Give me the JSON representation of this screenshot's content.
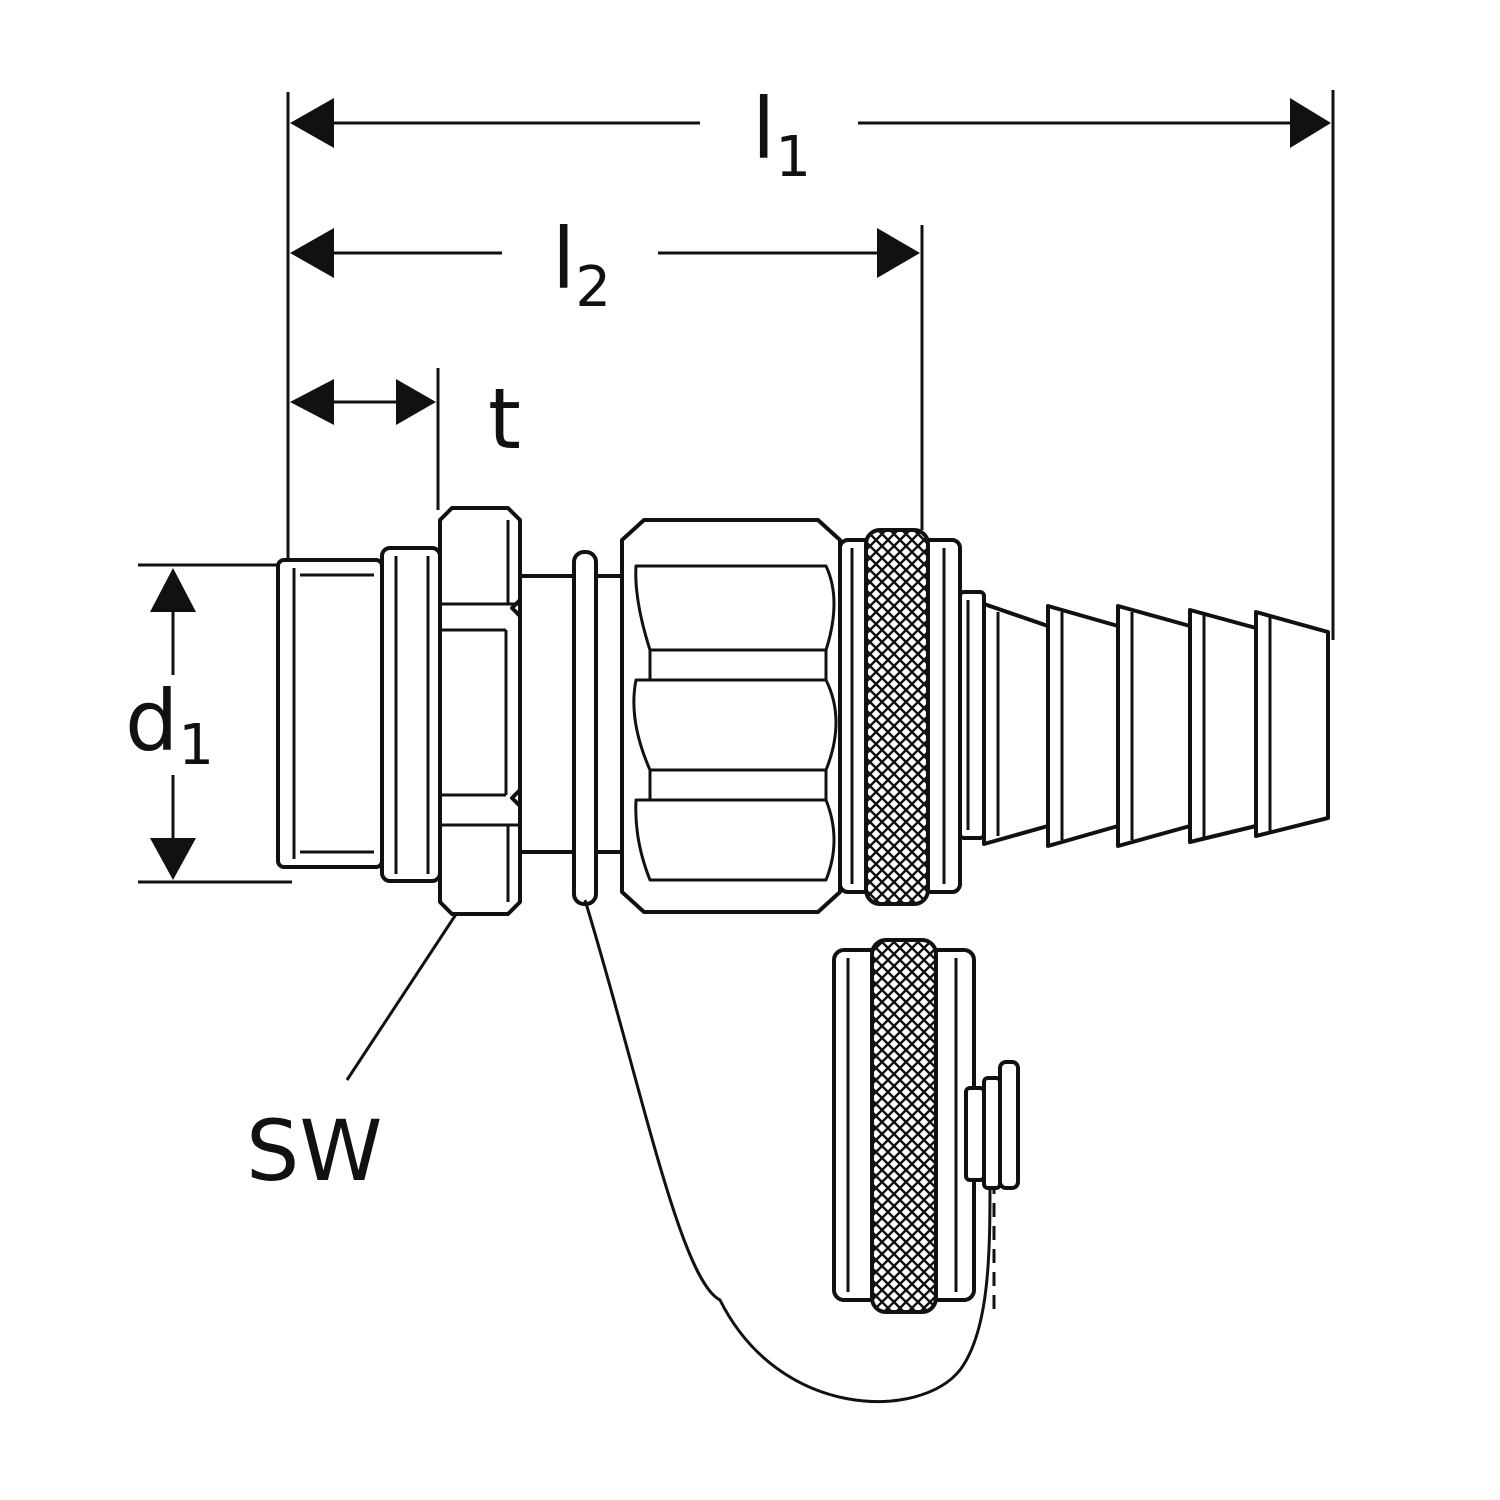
{
  "labels": {
    "l1_main": "l",
    "l1_sub": "1",
    "l2_main": "l",
    "l2_sub": "2",
    "t": "t",
    "d1_main": "d",
    "d1_sub": "1",
    "sw": "SW"
  },
  "colors": {
    "ink": "#111111",
    "background": "#ffffff"
  }
}
